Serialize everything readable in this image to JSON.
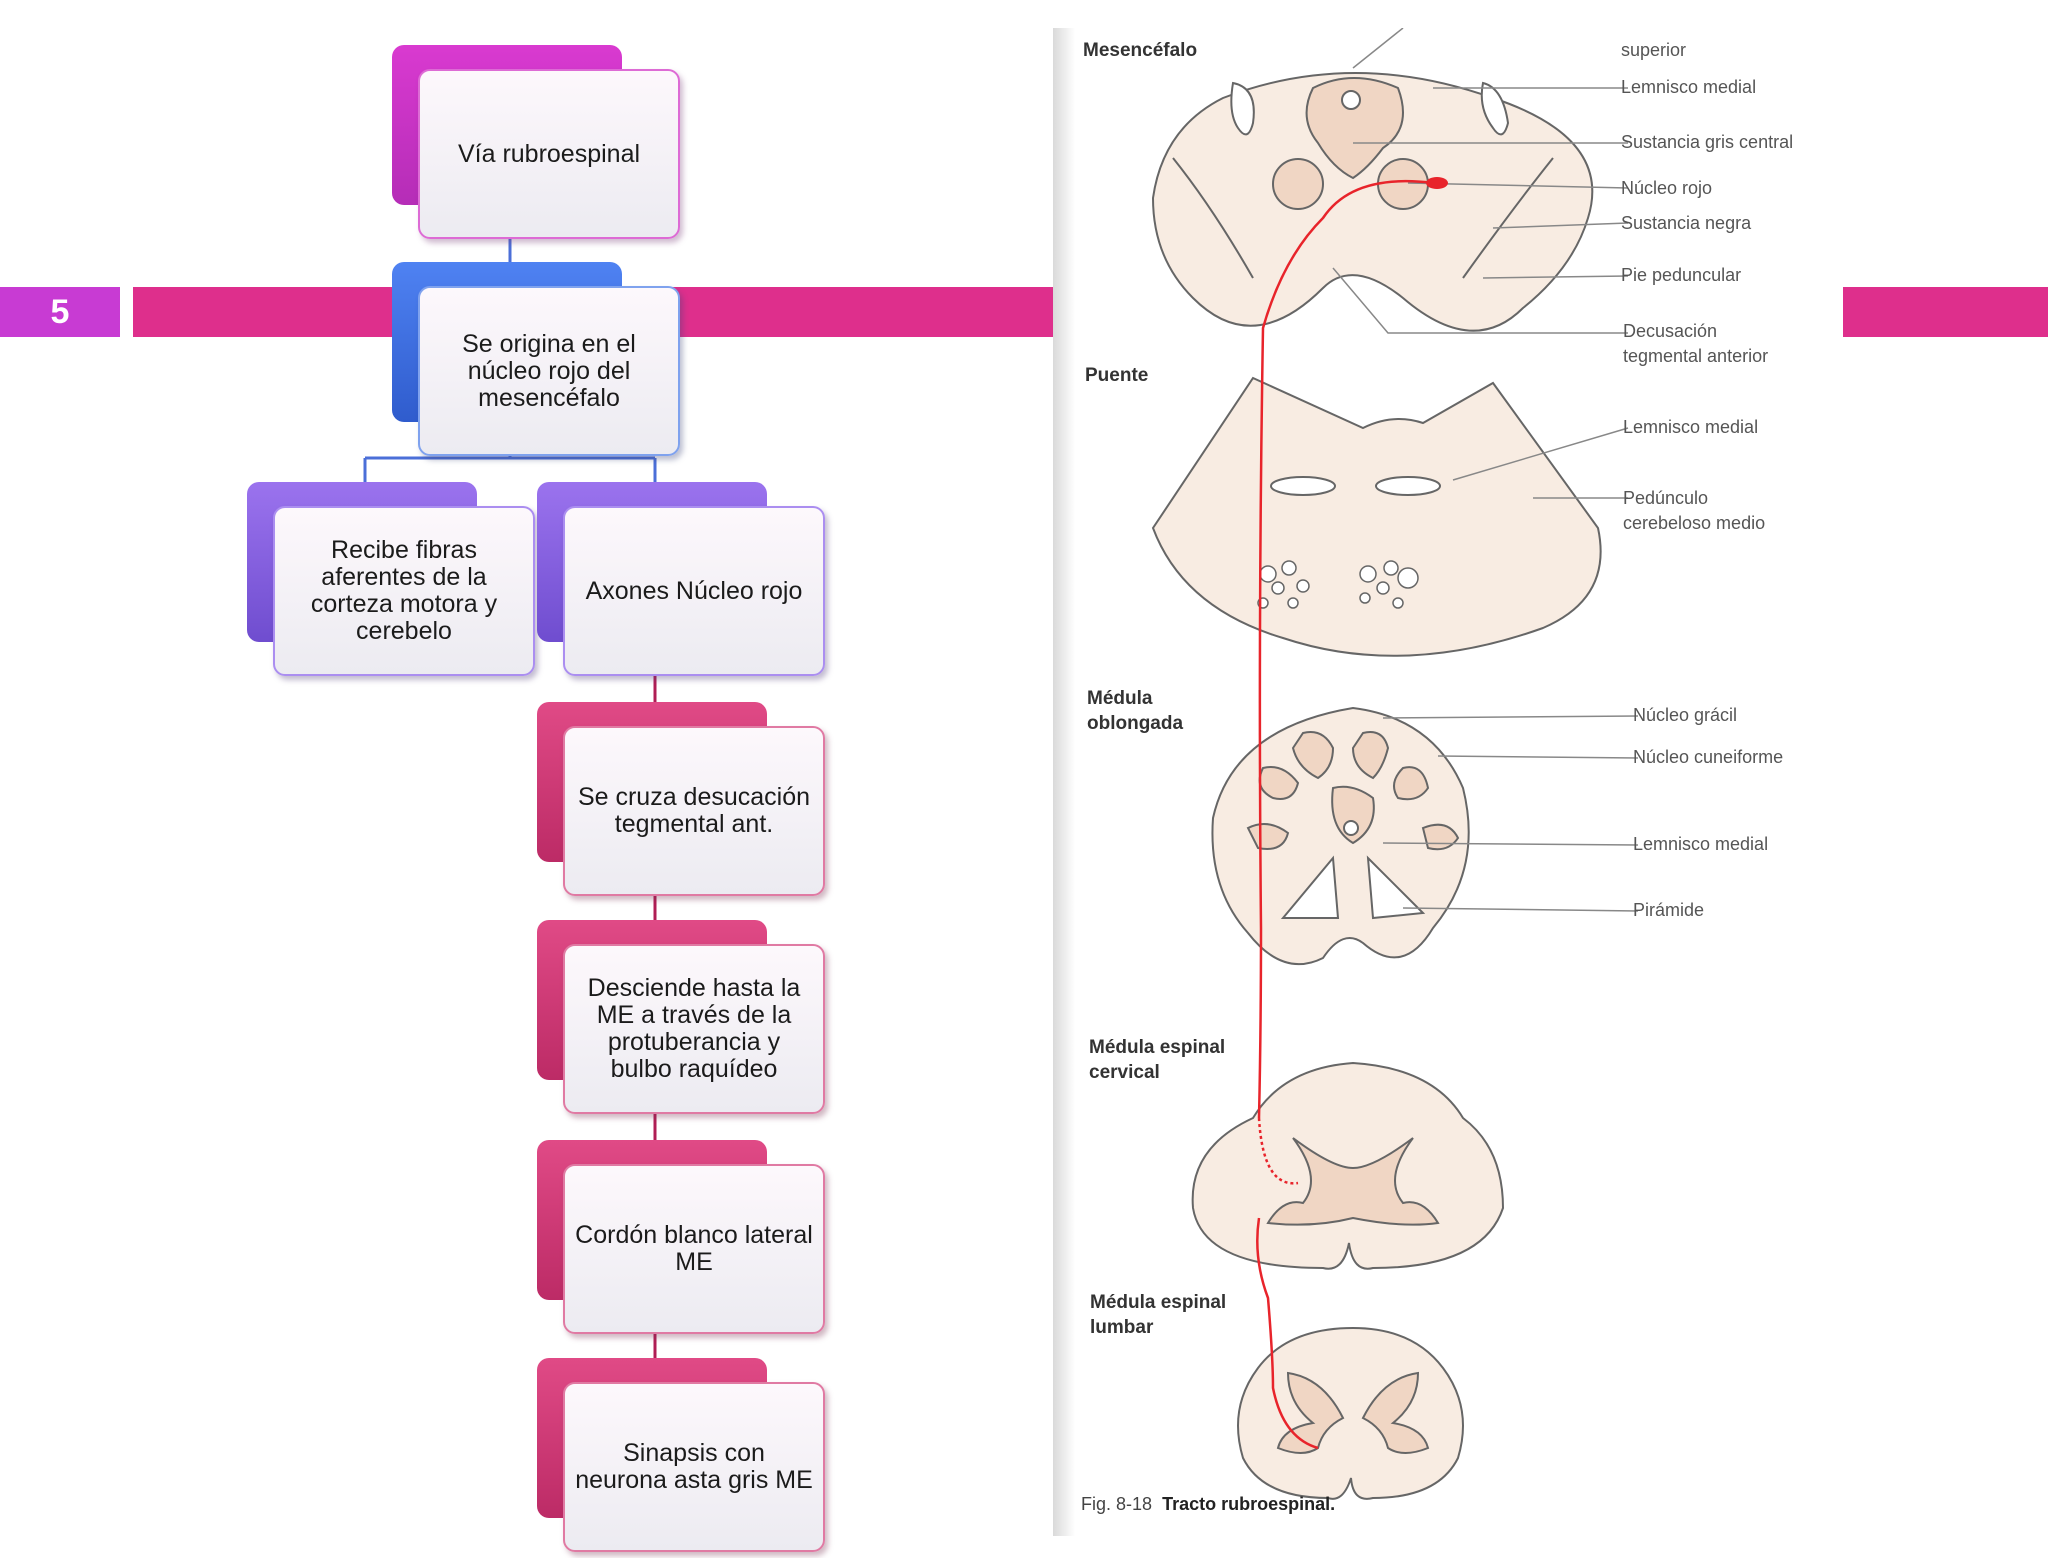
{
  "slide": {
    "number": "5"
  },
  "flowchart": {
    "root": "Vía rubroespinal",
    "origin": "Se origina en el núcleo rojo del mesencéfalo",
    "branch_left": "Recibe fibras aferentes de la corteza motora y cerebelo",
    "branch_right": "Axones Núcleo rojo",
    "steps": [
      "Se cruza desucación tegmental ant.",
      "Desciende hasta la ME a través de la protuberancia y bulbo raquídeo",
      "Cordón blanco lateral ME",
      "Sinapsis con neurona asta gris ME"
    ]
  },
  "figure": {
    "levels": {
      "mesencefalo": "Mesencéfalo",
      "puente": "Puente",
      "medula_oblongada": "Médula\noblongada",
      "cervical": "Médula espinal\ncervical",
      "lumbar": "Médula espinal\nlumbar"
    },
    "labels": {
      "superior": "superior",
      "lemnisco_medial_1": "Lemnisco medial",
      "sustancia_gris": "Sustancia gris central",
      "nucleo_rojo": "Núcleo rojo",
      "sustancia_negra": "Sustancia negra",
      "pie_peduncular": "Pie peduncular",
      "decusacion": "Decusación\ntegmental anterior",
      "lemnisco_medial_2": "Lemnisco medial",
      "pedunculo": "Pedúnculo\ncerebeloso medio",
      "nucleo_gracil": "Núcleo grácil",
      "nucleo_cuneiforme": "Núcleo cuneiforme",
      "lemnisco_medial_3": "Lemnisco medial",
      "piramide": "Pirámide"
    },
    "caption_number": "Fig. 8-18",
    "caption_title": "Tracto rubroespinal."
  },
  "colors": {
    "band": "#de2f8c",
    "number_box": "#c83bd3",
    "tract": "#e8242b",
    "tissue": "#f8ece2"
  }
}
